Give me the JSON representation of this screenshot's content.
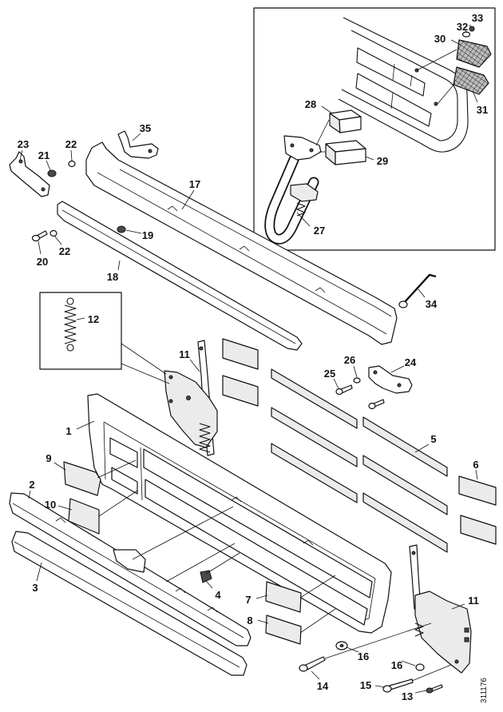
{
  "callouts": [
    "33",
    "32",
    "30",
    "31",
    "28",
    "29",
    "27",
    "35",
    "23",
    "22",
    "21",
    "17",
    "19",
    "22",
    "20",
    "18",
    "34",
    "12",
    "11",
    "26",
    "24",
    "25",
    "1",
    "5",
    "9",
    "6",
    "2",
    "10",
    "3",
    "4",
    "7",
    "11",
    "8",
    "16",
    "16",
    "15",
    "14",
    "13"
  ],
  "drawing_number": "311176"
}
